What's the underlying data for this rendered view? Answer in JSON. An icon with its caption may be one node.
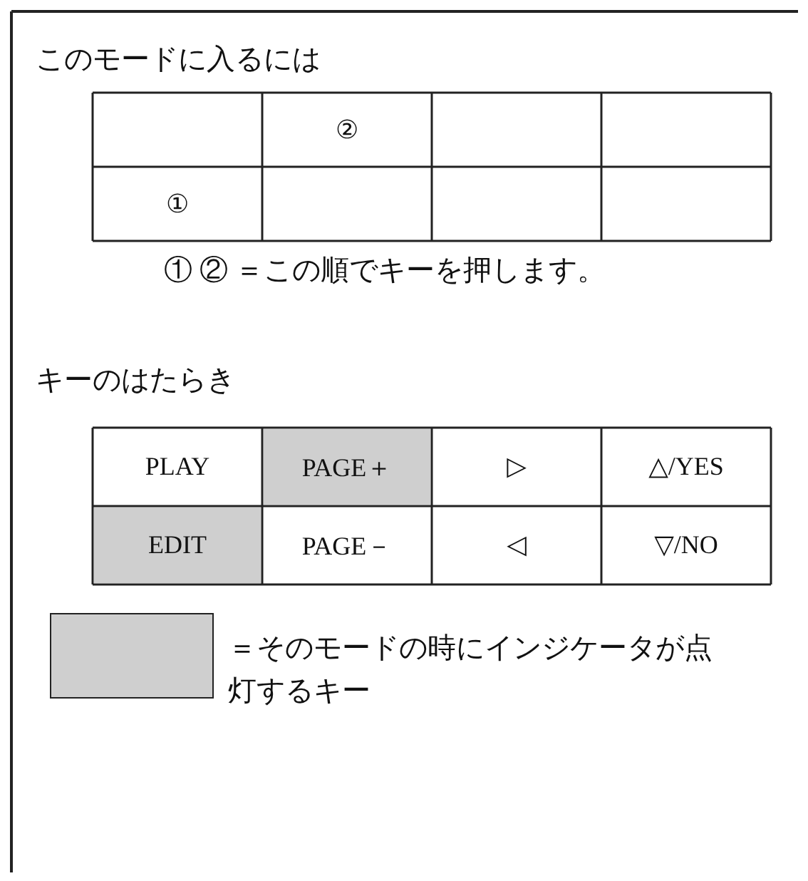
{
  "diagram": {
    "labels": [
      "このモードに入るには",
      "②",
      "①",
      "① ② ＝この順でキーを押します。",
      "キーのはたらき",
      "PLAY",
      "PAGE＋",
      "▷",
      "△/YES",
      "EDIT",
      "PAGE－",
      "◁",
      "▽/NO"
    ],
    "legend": [
      {
        "text": "＝そのモードの時にインジケータが点灯するキー",
        "color": "#cfcfcf"
      }
    ]
  }
}
